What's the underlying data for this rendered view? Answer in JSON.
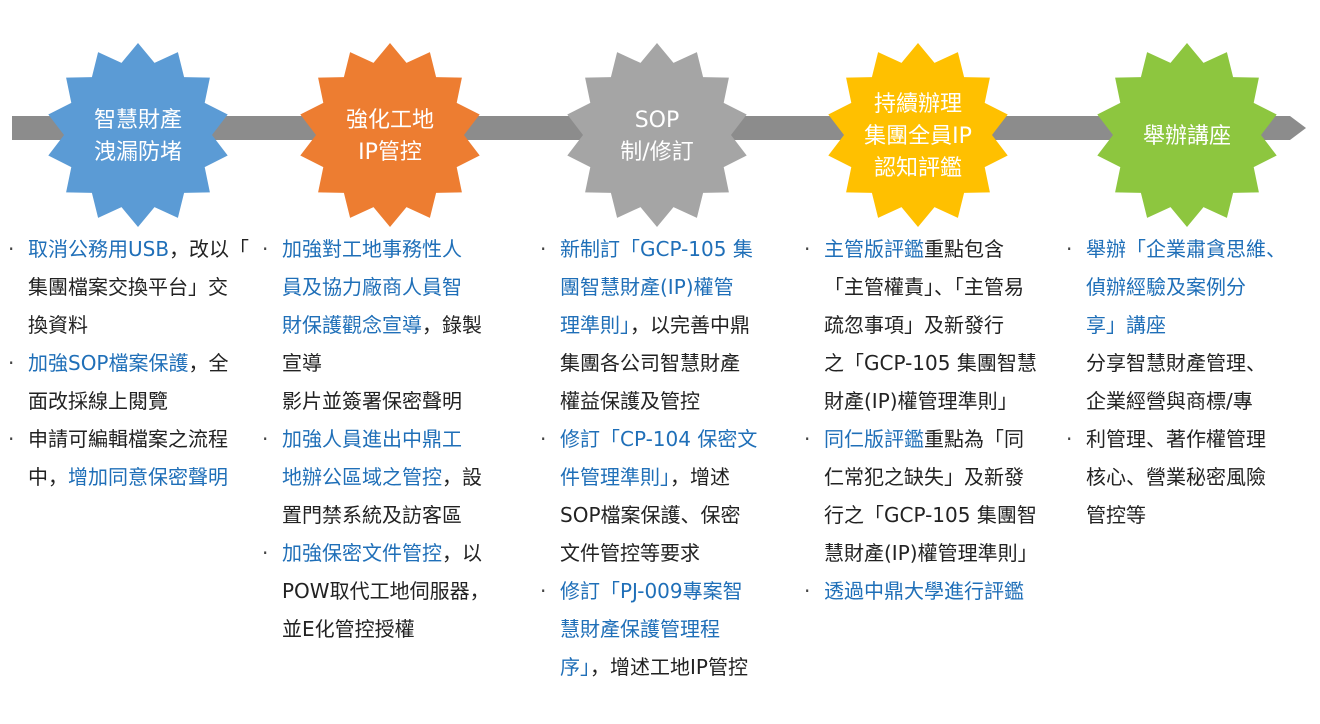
{
  "colors": {
    "arrow": "#8c8c8c",
    "highlight": "#1f6fb8",
    "text": "#222222"
  },
  "steps": [
    {
      "color": "#5b9bd5",
      "lines": [
        "智慧財產",
        "洩漏防堵"
      ]
    },
    {
      "color": "#ed7d31",
      "lines": [
        "強化工地",
        "IP管控"
      ]
    },
    {
      "color": "#a5a5a5",
      "lines": [
        "SOP",
        "制/修訂"
      ]
    },
    {
      "color": "#ffc000",
      "lines": [
        "持續辦理",
        "集團全員IP",
        "認知評鑑"
      ]
    },
    {
      "color": "#8dc63f",
      "lines": [
        "舉辦講座"
      ]
    }
  ],
  "columns": [
    {
      "items": [
        {
          "bullet": true,
          "lines": [
            [
              {
                "t": "取消公務用USB",
                "h": true
              },
              {
                "t": "，改以「"
              }
            ],
            [
              {
                "t": "集團檔案交換平台」交"
              }
            ],
            [
              {
                "t": "換資料"
              }
            ]
          ]
        },
        {
          "bullet": true,
          "lines": [
            [
              {
                "t": "加強SOP檔案保護",
                "h": true
              },
              {
                "t": "，全"
              }
            ],
            [
              {
                "t": "面改採線上閱覽"
              }
            ]
          ]
        },
        {
          "bullet": true,
          "lines": [
            [
              {
                "t": "申請可編輯檔案之流程"
              }
            ],
            [
              {
                "t": "中，"
              },
              {
                "t": "增加同意保密聲明",
                "h": true
              }
            ]
          ]
        }
      ]
    },
    {
      "items": [
        {
          "bullet": true,
          "lines": [
            [
              {
                "t": "加強對工地事務性人",
                "h": true
              }
            ],
            [
              {
                "t": "員及協力廠商人員智",
                "h": true
              }
            ],
            [
              {
                "t": "財保護觀念宣導",
                "h": true
              },
              {
                "t": "，錄製"
              }
            ],
            [
              {
                "t": "宣導"
              }
            ],
            [
              {
                "t": "影片並簽署保密聲明"
              }
            ]
          ]
        },
        {
          "bullet": true,
          "lines": [
            [
              {
                "t": "加強人員進出中鼎工",
                "h": true
              }
            ],
            [
              {
                "t": "地辦公區域之管控",
                "h": true
              },
              {
                "t": "，設"
              }
            ],
            [
              {
                "t": "置門禁系統及訪客區"
              }
            ]
          ]
        },
        {
          "bullet": true,
          "lines": [
            [
              {
                "t": "加強保密文件管控",
                "h": true
              },
              {
                "t": "，以"
              }
            ],
            [
              {
                "t": "POW取代工地伺服器，"
              }
            ],
            [
              {
                "t": "並E化管控授權"
              }
            ]
          ]
        }
      ]
    },
    {
      "items": [
        {
          "bullet": true,
          "lines": [
            [
              {
                "t": "新制訂「GCP-105 集",
                "h": true
              }
            ],
            [
              {
                "t": "團智慧財產(IP)權管",
                "h": true
              }
            ],
            [
              {
                "t": "理準則」",
                "h": true
              },
              {
                "t": "，以完善中鼎"
              }
            ],
            [
              {
                "t": "集團各公司智慧財產"
              }
            ],
            [
              {
                "t": "權益保護及管控"
              }
            ]
          ]
        },
        {
          "bullet": true,
          "lines": [
            [
              {
                "t": "修訂「CP-104 保密文",
                "h": true
              }
            ],
            [
              {
                "t": "件管理準則」",
                "h": true
              },
              {
                "t": "，增述"
              }
            ],
            [
              {
                "t": "SOP檔案保護、保密"
              }
            ],
            [
              {
                "t": "文件管控等要求"
              }
            ]
          ]
        },
        {
          "bullet": true,
          "lines": [
            [
              {
                "t": "修訂「PJ-009專案智",
                "h": true
              }
            ],
            [
              {
                "t": "慧財產保護管理程",
                "h": true
              }
            ],
            [
              {
                "t": "序」",
                "h": true
              },
              {
                "t": "，增述工地IP管控"
              }
            ]
          ]
        }
      ]
    },
    {
      "items": [
        {
          "bullet": true,
          "lines": [
            [
              {
                "t": "主管版評鑑",
                "h": true
              },
              {
                "t": "重點包含"
              }
            ],
            [
              {
                "t": "「主管權責」、「主管易"
              }
            ],
            [
              {
                "t": "疏忽事項」及新發行"
              }
            ],
            [
              {
                "t": "之「GCP-105 集團智慧"
              }
            ],
            [
              {
                "t": "財產(IP)權管理準則」"
              }
            ]
          ]
        },
        {
          "bullet": true,
          "lines": [
            [
              {
                "t": "同仁版評鑑",
                "h": true
              },
              {
                "t": "重點為「同"
              }
            ],
            [
              {
                "t": "仁常犯之缺失」及新發"
              }
            ],
            [
              {
                "t": "行之「GCP-105 集團智"
              }
            ],
            [
              {
                "t": "慧財產(IP)權管理準則」"
              }
            ]
          ]
        },
        {
          "bullet": true,
          "lines": [
            [
              {
                "t": "透過中鼎大學進行評鑑",
                "h": true
              }
            ]
          ]
        }
      ]
    },
    {
      "items": [
        {
          "bullet": true,
          "lines": [
            [
              {
                "t": "舉辦「企業肅貪思維、",
                "h": true
              }
            ],
            [
              {
                "t": "偵辦經驗及案例分",
                "h": true
              }
            ],
            [
              {
                "t": "享」講座",
                "h": true
              }
            ],
            [
              {
                "t": "分享智慧財產管理、"
              }
            ],
            [
              {
                "t": "企業經營與商標/專"
              }
            ]
          ]
        },
        {
          "bullet": true,
          "lines": [
            [
              {
                "t": "利管理、著作權管理"
              }
            ],
            [
              {
                "t": "核心、營業秘密風險"
              }
            ],
            [
              {
                "t": "管控等"
              }
            ]
          ]
        }
      ]
    }
  ]
}
